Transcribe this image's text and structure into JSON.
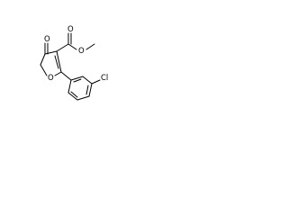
{
  "molecule": {
    "atoms": {
      "ketone_o": "O",
      "ring_o": "O",
      "ester_carbonyl_o": "O",
      "ester_ether_o": "O",
      "chlorine": "Cl"
    },
    "colors": {
      "bond": "#000000",
      "text": "#000000",
      "background": "#ffffff"
    }
  }
}
